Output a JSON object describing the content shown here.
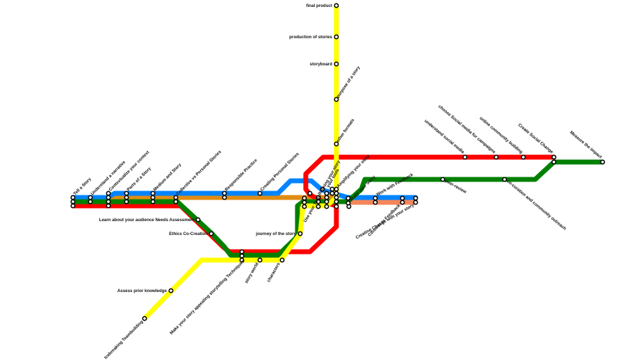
{
  "colors": {
    "yellow": "#ffff00",
    "red": "#ff0000",
    "blue": "#0084ff",
    "green": "#008000",
    "orange": "#e08c12",
    "salmon": "#f4865a",
    "station_fill": "#ffffff",
    "station_stroke": "#000000"
  },
  "stations": [
    {
      "id": "final-product",
      "label": "final product"
    },
    {
      "id": "production-of-stories",
      "label": "production of stories"
    },
    {
      "id": "storyboard",
      "label": "storyboard"
    },
    {
      "id": "purpose-of-a-story",
      "label": "purpose of a story"
    },
    {
      "id": "other-formats",
      "label": "other formats"
    },
    {
      "id": "tell-a-story",
      "label": "Tell a Story"
    },
    {
      "id": "understand-a-narrative",
      "label": "Understand a narrative"
    },
    {
      "id": "contextualize-your-context",
      "label": "Contextualize your context"
    },
    {
      "id": "parts-of-a-story",
      "label": "Parts of a Story"
    },
    {
      "id": "medium-and-story",
      "label": "Medium and Story"
    },
    {
      "id": "collective-vs-personal-stories",
      "label": "Collective vs Personal Stories"
    },
    {
      "id": "responsible-practice",
      "label": "Responsible Practice"
    },
    {
      "id": "creating-personal-stories",
      "label": "Creating Personal Stories"
    },
    {
      "id": "learn-about-audience",
      "label": "Learn about your audience Needs Assessment"
    },
    {
      "id": "ethics-co-creation",
      "label": "Ethics  Co-Creation"
    },
    {
      "id": "journey-of-the-story",
      "label": "journey of the story"
    },
    {
      "id": "story-world",
      "label": "story world"
    },
    {
      "id": "characters",
      "label": "characters"
    },
    {
      "id": "make-your-story-appealing",
      "label": "Make your story appealing storytelling Techniques"
    },
    {
      "id": "assess-prior-knowledge",
      "label": "Assess prior knowledge"
    },
    {
      "id": "icebreaking-teambuilding",
      "label": "Icebreaking  Teambuilding"
    },
    {
      "id": "use-your-tools",
      "label": "Use your Tools"
    },
    {
      "id": "refining-your-story",
      "label": "Refining your story"
    },
    {
      "id": "your-tools",
      "label": "your tools"
    },
    {
      "id": "amplifying-your-story",
      "label": "Amplifying your story"
    },
    {
      "id": "share-your-story",
      "label": "Share your Story"
    },
    {
      "id": "work-with-feedback",
      "label": "Work with Feedback"
    },
    {
      "id": "connect-to-feedback",
      "label": "Connect to Feedback"
    },
    {
      "id": "creating-change",
      "label": "Creating Change with your story"
    },
    {
      "id": "peer-review",
      "label": "peer-review"
    },
    {
      "id": "understand-social-media",
      "label": "understand social media"
    },
    {
      "id": "choose-social-media",
      "label": "choose Social media for campaigns"
    },
    {
      "id": "online-community-building",
      "label": "online community building"
    },
    {
      "id": "create-social-change",
      "label": "Create Social Change"
    },
    {
      "id": "measure-the-impact",
      "label": "Measure the impact"
    },
    {
      "id": "co-curation",
      "label": "co-curation and community outreach"
    }
  ]
}
